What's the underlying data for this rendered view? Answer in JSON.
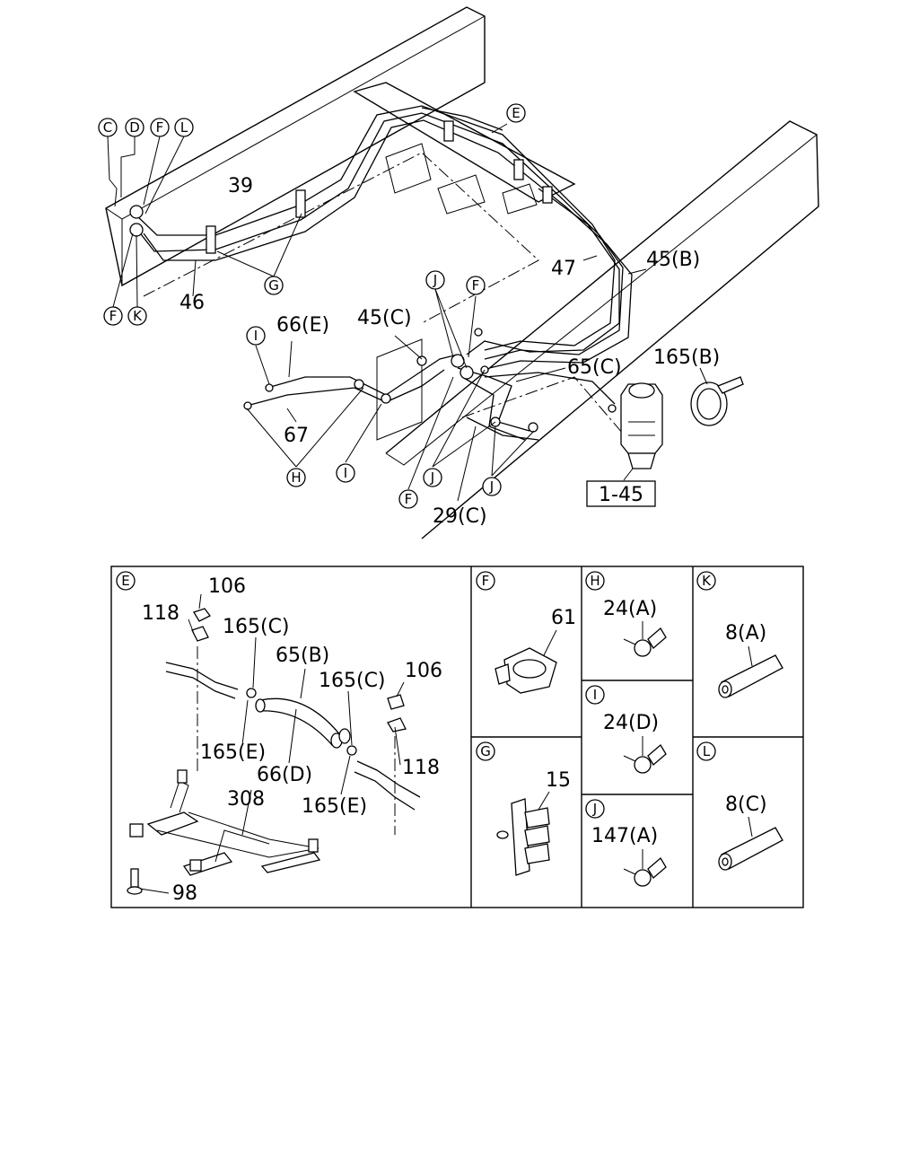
{
  "main_callouts": {
    "c_top": "C",
    "d_top": "D",
    "f_top": "F",
    "l_top": "L",
    "f_left": "F",
    "k_left": "K",
    "g": "G",
    "e_top": "E",
    "i_left": "I",
    "h": "H",
    "i_mid": "I",
    "j_top": "J",
    "f_mid": "F",
    "f_bot": "F",
    "j_mid": "J",
    "j_bot": "J"
  },
  "main_labels": {
    "p39": "39",
    "p46": "46",
    "p47": "47",
    "p45b": "45(B)",
    "p66e": "66(E)",
    "p45c": "45(C)",
    "p67": "67",
    "p65c": "65(C)",
    "p165b": "165(B)",
    "p29c": "29(C)",
    "ref_box": "1-45"
  },
  "detail_e": {
    "tag": "E",
    "labels": {
      "p106a": "106",
      "p118a": "118",
      "p165c_a": "165(C)",
      "p65b": "65(B)",
      "p165c_b": "165(C)",
      "p106b": "106",
      "p165e_a": "165(E)",
      "p66d": "66(D)",
      "p118b": "118",
      "p308": "308",
      "p165e_b": "165(E)",
      "p98": "98"
    }
  },
  "detail_f": {
    "tag": "F",
    "part": "61"
  },
  "detail_g": {
    "tag": "G",
    "part": "15"
  },
  "detail_h": {
    "tag": "H",
    "part": "24(A)"
  },
  "detail_i": {
    "tag": "I",
    "part": "24(D)"
  },
  "detail_j": {
    "tag": "J",
    "part": "147(A)"
  },
  "detail_k": {
    "tag": "K",
    "part": "8(A)"
  },
  "detail_l": {
    "tag": "L",
    "part": "8(C)"
  }
}
